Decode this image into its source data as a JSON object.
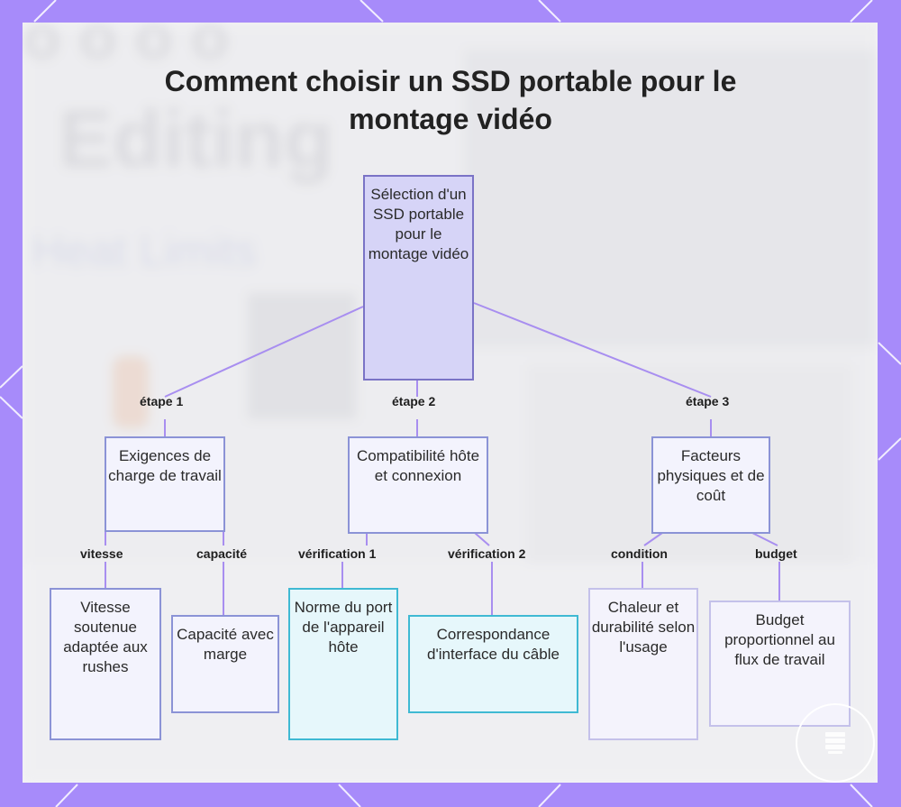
{
  "title": "Comment choisir un SSD portable pour le montage vidéo",
  "colors": {
    "frame": "#a78bfa",
    "panel": "#f3f3f5",
    "connector": "#a88ef0",
    "root_fill": "#d6d4f7",
    "node_border": "#8b93d6",
    "teal_border": "#3fb9d3"
  },
  "root": {
    "label": "Sélection d'un SSD portable pour le montage vidéo"
  },
  "categories": [
    {
      "edge_label": "étape 1",
      "label": "Exigences de charge de travail"
    },
    {
      "edge_label": "étape 2",
      "label": "Compatibilité hôte et connexion"
    },
    {
      "edge_label": "étape 3",
      "label": "Facteurs physiques et de coût"
    }
  ],
  "leaves": [
    {
      "edge_label": "vitesse",
      "label": "Vitesse soutenue adaptée aux rushes"
    },
    {
      "edge_label": "capacité",
      "label": "Capacité avec marge"
    },
    {
      "edge_label": "vérification 1",
      "label": "Norme du port de l'appareil hôte"
    },
    {
      "edge_label": "vérification 2",
      "label": "Correspondance d'interface du câble"
    },
    {
      "edge_label": "condition",
      "label": "Chaleur et durabilité selon l'usage"
    },
    {
      "edge_label": "budget",
      "label": "Budget proportionnel au flux de travail"
    }
  ],
  "logo_icon": "document-stack-icon"
}
